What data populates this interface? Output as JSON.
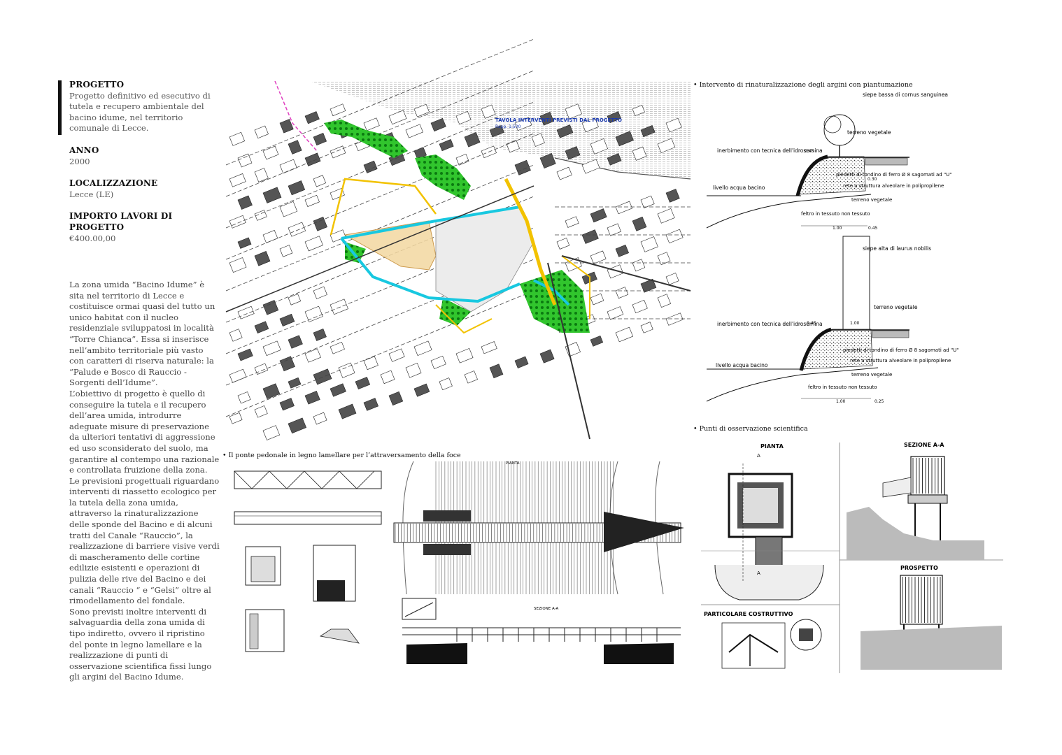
{
  "project": {
    "sections": [
      {
        "title": "PROGETTO",
        "value": "Progetto definitivo ed esecutivo di tutela e recupero ambientale del bacino idume, nel territorio comunale di Lecce."
      },
      {
        "title": "ANNO",
        "value": "2000"
      },
      {
        "title": "LOCALIZZAZIONE",
        "value": "Lecce (LE)"
      },
      {
        "title": "IMPORTO LAVORI DI PROGETTO",
        "value": "€400.00,00"
      }
    ],
    "description": [
      "La zona umida “Bacino Idume” è sita nel territorio di Lecce e costituisce ormai quasi del tutto un unico habitat con il nucleo residenziale sviluppatosi in località “Torre Chianca”. Essa si inserisce nell’ambito territoriale più vasto con caratteri di riserva naturale: la “Palude e Bosco di Rauccio - Sorgenti dell’Idume”.",
      "L’obiettivo di progetto è quello di conseguire la tutela e il recupero dell’area umida, introdurre adeguate misure di preservazione da ulteriori tentativi di aggressione ed uso sconsiderato del suolo, ma garantire al contempo una razionale e controllata fruizione della zona.",
      "Le previsioni progettuali riguardano interventi di riassetto ecologico per la tutela della zona umida, attraverso la rinaturalizzazione delle sponde del Bacino e di alcuni tratti del Canale “Rauccio”, la realizzazione di barriere visive verdi di mascheramento delle cortine edilizie esistenti e operazioni di pulizia delle rive del Bacino e dei canali “Rauccio “ e “Gelsi” oltre al rimodellamento del fondale.",
      "Sono previsti inoltre interventi di salvaguardia della zona umida di tipo indiretto, ovvero il ripristino del ponte in legno lamellare e la realizzazione di punti di osservazione scientifica fissi lungo gli argini del Bacino Idume."
    ]
  },
  "captions": {
    "argini": "• Intervento di rinaturalizzazione degli argini con piantumazione",
    "osservazione": "• Punti di osservazione scientifica",
    "ponte": "• Il ponte pedonale in legno lamellare per l’attraversamento della foce"
  },
  "map": {
    "title": "TAVOLA INTERVENTI PREVISTI DAL PROGETTO",
    "scale": "Rapp. 1:500",
    "colors": {
      "green": "#22c41e",
      "yellow": "#f2c200",
      "cyan": "#18c8e0",
      "magenta": "#e040c0"
    }
  },
  "section_drawing_1": {
    "labels": [
      "siepe bassa di cornus sanguinea",
      "terreno vegetale",
      "inerbimento con tecnica dell'idrosemina",
      "livello acqua bacino",
      "piedetti di tondino di ferro Ø 8 sagomati ad \"U\"",
      "rete a struttura alveolare in polipropilene",
      "terreno vegetale",
      "feltro in tessuto non tessuto"
    ],
    "dims": [
      "0.45",
      "1.00",
      "0.30",
      "0.45"
    ]
  },
  "section_drawing_2": {
    "labels": [
      "siepe alta di laurus nobilis",
      "terreno vegetale",
      "inerbimento con tecnica dell'idrosemina",
      "livello acqua bacino",
      "piedetti di tondino di ferro Ø 8 sagomati ad \"U\"",
      "rete a struttura alveolare in polipropilene",
      "terreno vegetale",
      "feltro in tessuto non tessuto"
    ],
    "dims": [
      "0.45",
      "1.00",
      "1.00",
      "0.25"
    ]
  },
  "bridge": {
    "labels": [
      "PIANTA",
      "SEZIONE A-A"
    ]
  },
  "observation": {
    "labels": [
      "PIANTA",
      "SEZIONE A-A",
      "PROSPETTO",
      "PARTICOLARE COSTRUTTIVO",
      "A",
      "A"
    ]
  }
}
